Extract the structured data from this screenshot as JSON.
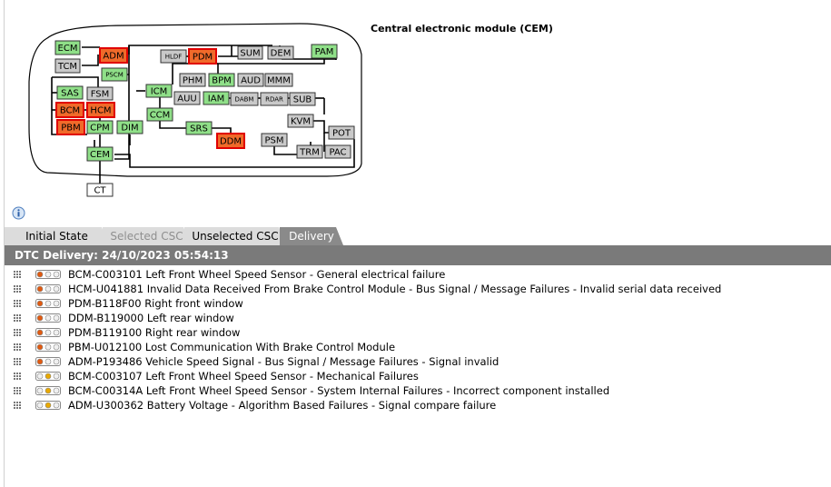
{
  "diagram": {
    "title": "Central electronic module (CEM)",
    "colors": {
      "green": "#8fdf88",
      "gray": "#c9c9c9",
      "red": "#f06a2a",
      "white": "#ffffff",
      "redBorder": "#e00000"
    },
    "modules": [
      {
        "id": "ECM",
        "label": "ECM",
        "color": "green"
      },
      {
        "id": "TCM",
        "label": "TCM",
        "color": "gray"
      },
      {
        "id": "ADM",
        "label": "ADM",
        "color": "red"
      },
      {
        "id": "PSCM",
        "label": "PSCM",
        "color": "green"
      },
      {
        "id": "HLDF",
        "label": "HLDF",
        "color": "gray"
      },
      {
        "id": "PDM",
        "label": "PDM",
        "color": "red"
      },
      {
        "id": "SUM",
        "label": "SUM",
        "color": "gray"
      },
      {
        "id": "DEM",
        "label": "DEM",
        "color": "gray"
      },
      {
        "id": "PAM",
        "label": "PAM",
        "color": "green"
      },
      {
        "id": "SAS",
        "label": "SAS",
        "color": "green"
      },
      {
        "id": "FSM",
        "label": "FSM",
        "color": "gray"
      },
      {
        "id": "ICM",
        "label": "ICM",
        "color": "green"
      },
      {
        "id": "PHM",
        "label": "PHM",
        "color": "gray"
      },
      {
        "id": "BPM",
        "label": "BPM",
        "color": "green"
      },
      {
        "id": "AUD",
        "label": "AUD",
        "color": "gray"
      },
      {
        "id": "MMM",
        "label": "MMM",
        "color": "gray"
      },
      {
        "id": "BCM",
        "label": "BCM",
        "color": "red"
      },
      {
        "id": "HCM",
        "label": "HCM",
        "color": "red"
      },
      {
        "id": "AUU",
        "label": "AUU",
        "color": "gray"
      },
      {
        "id": "IAM",
        "label": "IAM",
        "color": "green"
      },
      {
        "id": "DABM",
        "label": "DABM",
        "color": "gray"
      },
      {
        "id": "RDAR",
        "label": "RDAR",
        "color": "gray"
      },
      {
        "id": "SUB",
        "label": "SUB",
        "color": "gray"
      },
      {
        "id": "CCM",
        "label": "CCM",
        "color": "green"
      },
      {
        "id": "KVM",
        "label": "KVM",
        "color": "gray"
      },
      {
        "id": "PBM",
        "label": "PBM",
        "color": "red"
      },
      {
        "id": "CPM",
        "label": "CPM",
        "color": "green"
      },
      {
        "id": "DIM",
        "label": "DIM",
        "color": "green"
      },
      {
        "id": "SRS",
        "label": "SRS",
        "color": "green"
      },
      {
        "id": "POT",
        "label": "POT",
        "color": "gray"
      },
      {
        "id": "DDM",
        "label": "DDM",
        "color": "red"
      },
      {
        "id": "PSM",
        "label": "PSM",
        "color": "gray"
      },
      {
        "id": "TRM",
        "label": "TRM",
        "color": "gray"
      },
      {
        "id": "PAC",
        "label": "PAC",
        "color": "gray"
      },
      {
        "id": "CEM",
        "label": "CEM",
        "color": "green"
      },
      {
        "id": "CT",
        "label": "CT",
        "color": "white"
      }
    ]
  },
  "tabs": [
    {
      "label": "Initial State",
      "state": "normal"
    },
    {
      "label": "Selected CSC",
      "state": "disabled"
    },
    {
      "label": "Unselected CSC",
      "state": "normal"
    },
    {
      "label": "Delivery",
      "state": "active"
    }
  ],
  "delivery": {
    "header": "DTC Delivery: 24/10/2023 05:54:13",
    "status_colors": {
      "red": "#e05a10",
      "amber": "#e8a800",
      "off": "#f0f0f0"
    },
    "dtcs": [
      {
        "text": "BCM-C003101 Left Front Wheel Speed Sensor  - General electrical failure",
        "status": "red"
      },
      {
        "text": "HCM-U041881 Invalid Data Received From Brake Control Module - Bus Signal / Message Failures - Invalid serial data received",
        "status": "red"
      },
      {
        "text": "PDM-B118F00 Right front window",
        "status": "red"
      },
      {
        "text": "DDM-B119000 Left rear window",
        "status": "red"
      },
      {
        "text": "PDM-B119100 Right rear window",
        "status": "red"
      },
      {
        "text": "PBM-U012100 Lost Communication With Brake Control Module",
        "status": "red"
      },
      {
        "text": "ADM-P193486 Vehicle Speed Signal - Bus Signal / Message Failures - Signal invalid",
        "status": "red"
      },
      {
        "text": "BCM-C003107 Left Front Wheel Speed Sensor  - Mechanical Failures",
        "status": "amber"
      },
      {
        "text": "BCM-C00314A Left Front Wheel Speed Sensor  - System Internal Failures - Incorrect component installed",
        "status": "amber"
      },
      {
        "text": "ADM-U300362 Battery Voltage - Algorithm Based Failures - Signal compare failure",
        "status": "amber"
      }
    ]
  }
}
